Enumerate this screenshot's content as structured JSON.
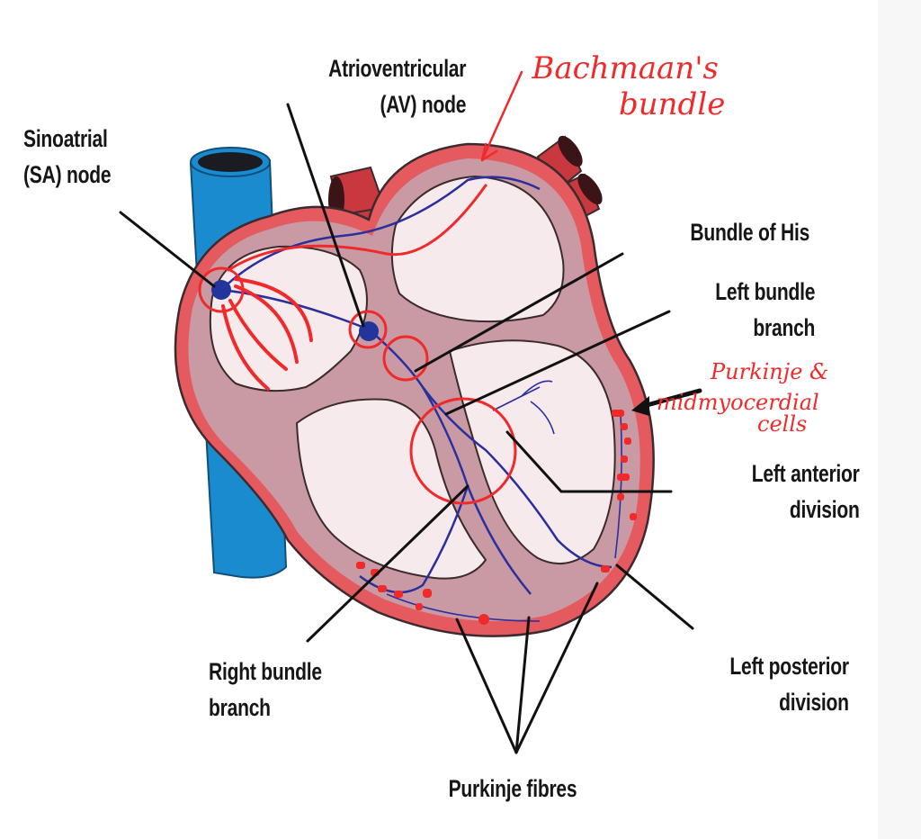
{
  "figure": {
    "title": "Cardiac conduction system",
    "printed_labels": {
      "sa_node": [
        "Sinoatrial",
        "(SA) node"
      ],
      "av_node": [
        "Atrioventricular",
        "(AV) node"
      ],
      "bundle_of_his": [
        "Bundle of His"
      ],
      "left_bundle_branch": [
        "Left bundle",
        "branch"
      ],
      "left_anterior_division": [
        "Left anterior",
        "division"
      ],
      "right_bundle_branch": [
        "Right bundle",
        "branch"
      ],
      "left_posterior_division": [
        "Left posterior",
        "division"
      ],
      "purkinje_fibres": [
        "Purkinje fibres"
      ]
    },
    "handwritten_annotations": {
      "bachmanns_bundle": [
        "Bachmaan's",
        "bundle"
      ],
      "purkinje_midmyocardial": [
        "Purkinje &",
        "midmyocerdial",
        "cells"
      ]
    },
    "colors": {
      "outer_wall": "#e45a5f",
      "myocardium": "#c99aa3",
      "chamber": "#f6eaec",
      "outline": "#3b2a2e",
      "conduction_path": "#2b2f9e",
      "node": "#23349c",
      "vena_cava": "#1b8bd0",
      "vessel_red": "#c8383e",
      "annotation_red": "#f02a2a",
      "leader_line": "#111111"
    }
  }
}
